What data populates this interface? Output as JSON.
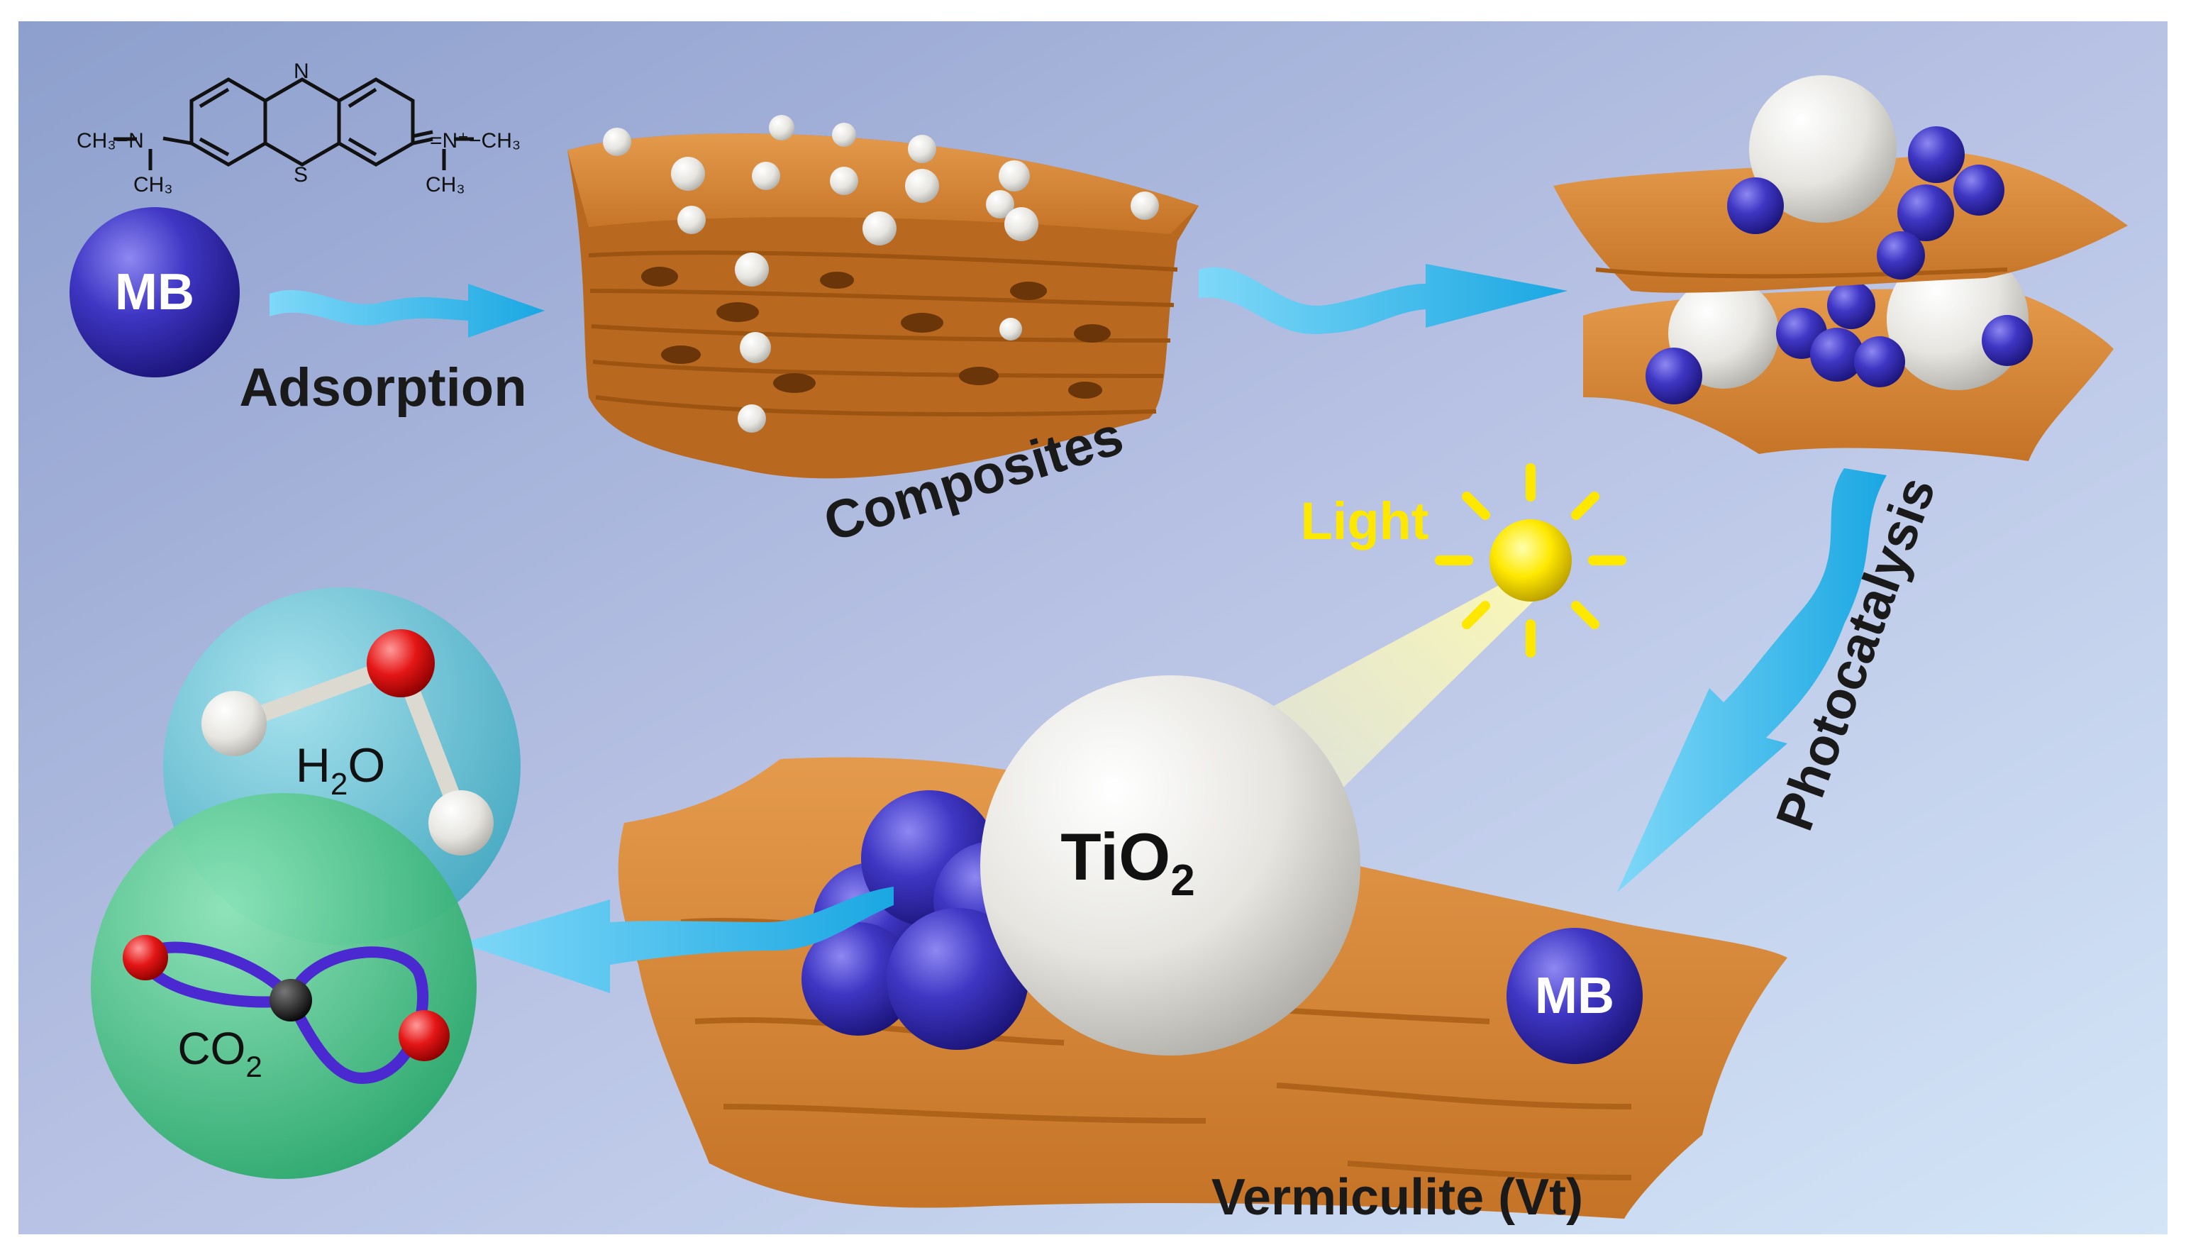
{
  "labels": {
    "mb_top": "MB",
    "adsorption": "Adsorption",
    "composites": "Composites",
    "light": "Light",
    "photocatalysis": "Photocatalysis",
    "tio2_main": "TiO",
    "tio2_sub": "2",
    "mb_bottom": "MB",
    "h2o_main_h": "H",
    "h2o_sub": "2",
    "h2o_main_o": "O",
    "co2_main": "CO",
    "co2_sub": "2",
    "vermiculite": "Vermiculite (Vt)"
  },
  "molecule": {
    "left_group": "CH₃−N",
    "left_methyl": "CH₃",
    "n_top": "N",
    "s_bottom": "S",
    "right_group": "=N⁺−CH₃",
    "right_methyl": "CH₃"
  },
  "colors": {
    "background_top_left": "#8ea2cf",
    "background_bottom_right": "#cfe2f6",
    "vermiculite_orange": "#d98a3b",
    "mb_blue": "#3a32b8",
    "tio2_white": "#ecebe6",
    "arrow_cyan": "#2fb6ea",
    "light_yellow": "#ffe800",
    "h2o_sphere": "#66c6d8",
    "co2_sphere": "#4dc88a",
    "oxygen_red": "#e01818"
  }
}
